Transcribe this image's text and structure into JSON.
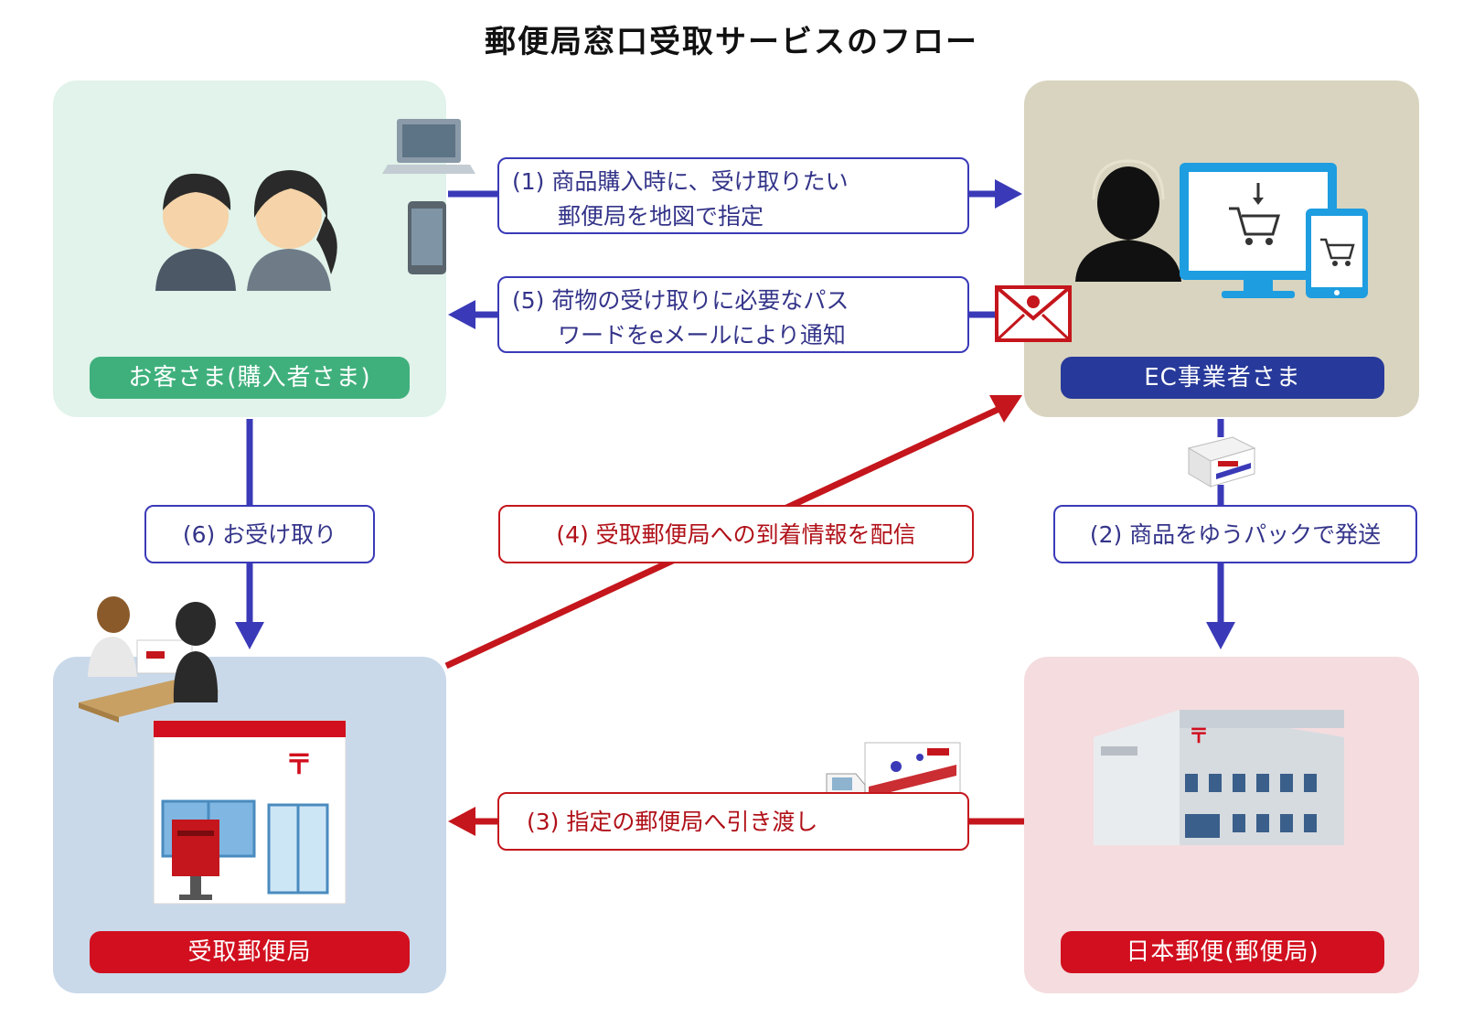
{
  "title": "郵便局窓口受取サービスのフロー",
  "nodes": {
    "customer": "お客さま(購入者さま)",
    "ec": "EC事業者さま",
    "receive_office": "受取郵便局",
    "japan_post": "日本郵便(郵便局)"
  },
  "steps": {
    "s1_line1": "(1) 商品購入時に、受け取りたい",
    "s1_line2": "郵便局を地図で指定",
    "s5_line1": "(5) 荷物の受け取りに必要なパス",
    "s5_line2": "ワードをeメールにより通知",
    "s6": "(6) お受け取り",
    "s4": "(4) 受取郵便局への到着情報を配信",
    "s2": "(2) 商品をゆうパックで発送",
    "s3": "(3) 指定の郵便局へ引き渡し"
  },
  "colors": {
    "customer_panel": "#e1f3ea",
    "customer_tag": "#3fb07c",
    "ec_panel": "#d8d4bf",
    "ec_tag": "#27399a",
    "receive_panel": "#c9d9ea",
    "post_red": "#d10f1e",
    "jp_panel": "#f4dcdf",
    "flow_blue": "#3a3ab8",
    "flow_red": "#c4161c"
  },
  "icons": [
    "laptop-icon",
    "smartphone-icon",
    "customers-icon",
    "operator-icon",
    "monitor-cart-icon",
    "tablet-cart-icon",
    "mail-icon",
    "parcel-icon",
    "counter-service-icon",
    "post-office-building-icon",
    "postbox-icon",
    "delivery-truck-icon",
    "post-hub-building-icon"
  ]
}
